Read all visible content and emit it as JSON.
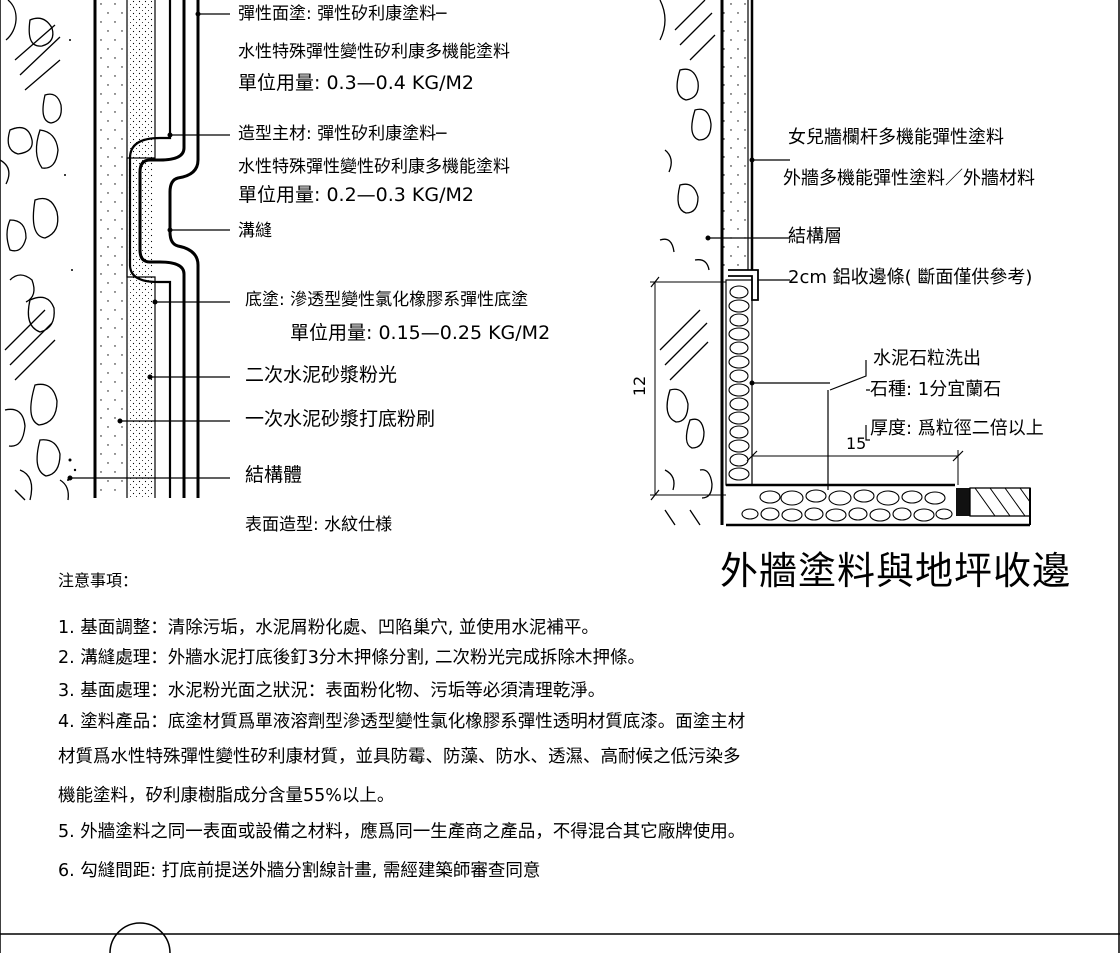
{
  "left_detail": {
    "label_1a": "彈性面塗: 彈性矽利康塗料─",
    "label_1b": "水性特殊彈性變性矽利康多機能塗料",
    "label_1c": "單位用量: 0.3—0.4 KG/M2",
    "label_2a": "造型主材: 彈性矽利康塗料─",
    "label_2b": "水性特殊彈性變性矽利康多機能塗料",
    "label_2c": "單位用量: 0.2—0.3 KG/M2",
    "label_3": "溝縫",
    "label_4a": "底塗: 滲透型變性氯化橡膠系彈性底塗",
    "label_4b": "單位用量: 0.15—0.25 KG/M2",
    "label_5": "二次水泥砂漿粉光",
    "label_6": "一次水泥砂漿打底粉刷",
    "label_7": "結構體",
    "label_8": "表面造型: 水紋仕様"
  },
  "right_detail": {
    "label_1a": "女兒牆欄杆多機能彈性塗料",
    "label_1b": "外牆多機能彈性塗料／外牆材料",
    "label_2": "結構層",
    "label_3": "2cm 鋁收邊條( 斷面僅供參考)",
    "label_4a": "水泥石粒洗出",
    "label_4b": "石種: 1分宜蘭石",
    "label_4c": "厚度: 爲粒徑二倍以上",
    "dim_vertical": "12",
    "dim_horizontal": "15",
    "title": "外牆塗料與地坪收邊"
  },
  "notes": {
    "heading": "注意事項：",
    "items": [
      "1. 基面調整：清除污垢，水泥屑粉化處、凹陷巢穴, 並使用水泥補平。",
      "2. 溝縫處理：外牆水泥打底後釘3分木押條分割, 二次粉光完成拆除木押條。",
      "3. 基面處理：水泥粉光面之狀況：表面粉化物、污垢等必須清理乾淨。",
      "4. 塗料產品：底塗材質爲單液溶劑型滲透型變性氯化橡膠系彈性透明材質底漆。面塗主材",
      "材質爲水性特殊彈性變性矽利康材質，並具防霉、防藻、防水、透濕、高耐候之低污染多",
      "機能塗料，矽利康樹脂成分含量55%以上。",
      "5. 外牆塗料之同一表面或設備之材料，應爲同一生產商之產品，不得混合其它廠牌使用。",
      "6. 勾縫間距: 打底前提送外牆分割線計畫, 需經建築師審查同意"
    ]
  }
}
